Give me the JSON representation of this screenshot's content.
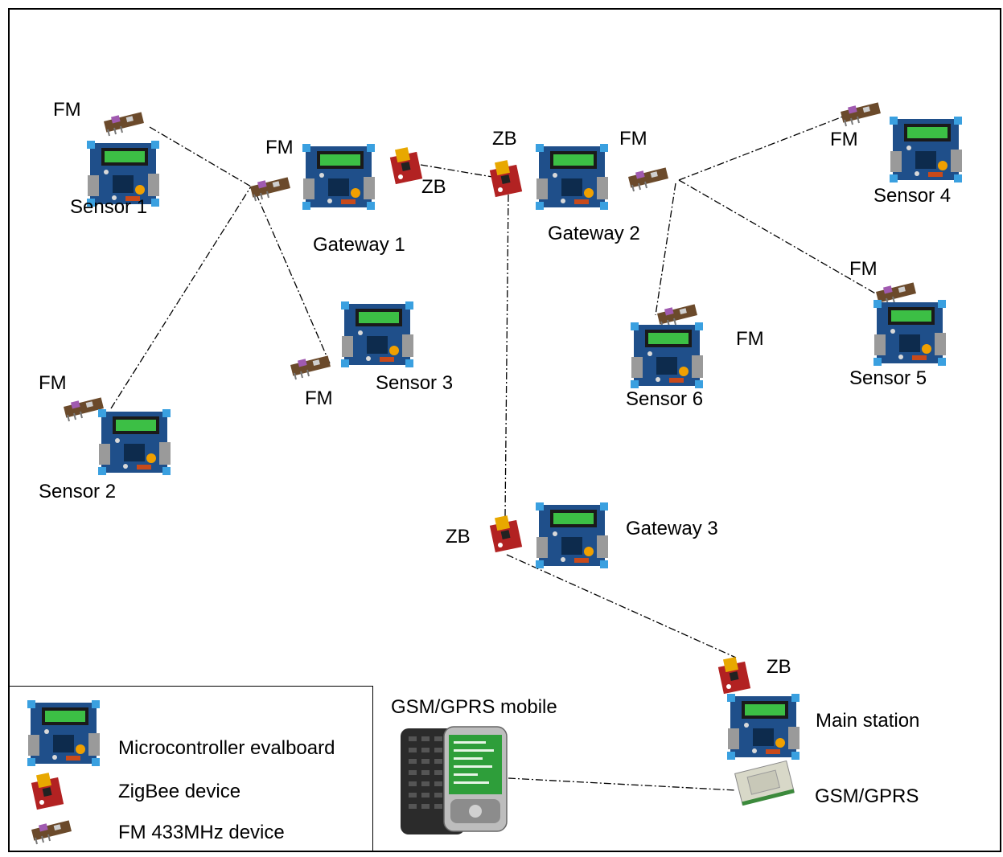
{
  "diagram": {
    "nodes": {
      "sensor1": {
        "label": "Sensor 1",
        "radio": "FM"
      },
      "sensor2": {
        "label": "Sensor 2",
        "radio": "FM"
      },
      "sensor3": {
        "label": "Sensor 3",
        "radio": "FM"
      },
      "sensor4": {
        "label": "Sensor 4",
        "radio": "FM"
      },
      "sensor5": {
        "label": "Sensor 5",
        "radio": "FM"
      },
      "sensor6": {
        "label": "Sensor 6",
        "radio": "FM"
      },
      "gateway1": {
        "label": "Gateway 1",
        "radio_fm": "FM",
        "radio_zb": "ZB"
      },
      "gateway2": {
        "label": "Gateway 2",
        "radio_fm": "FM",
        "radio_zb": "ZB"
      },
      "gateway3": {
        "label": "Gateway 3",
        "radio_zb": "ZB"
      },
      "main_station": {
        "label": "Main station",
        "radio_zb": "ZB"
      },
      "gsm_module": {
        "label": "GSM/GPRS"
      },
      "mobile": {
        "label": "GSM/GPRS mobile"
      }
    },
    "legend": {
      "evalboard": "Microcontroller evalboard",
      "zigbee": "ZigBee device",
      "fm": "FM 433MHz device"
    },
    "colors": {
      "board_pcb": "#1f4f8a",
      "board_lcd": "#2f9e3a",
      "zigbee_red": "#b22222",
      "zigbee_chip": "#e8a800",
      "fm_module": "#6b4a2b",
      "link_line": "#000000"
    }
  }
}
